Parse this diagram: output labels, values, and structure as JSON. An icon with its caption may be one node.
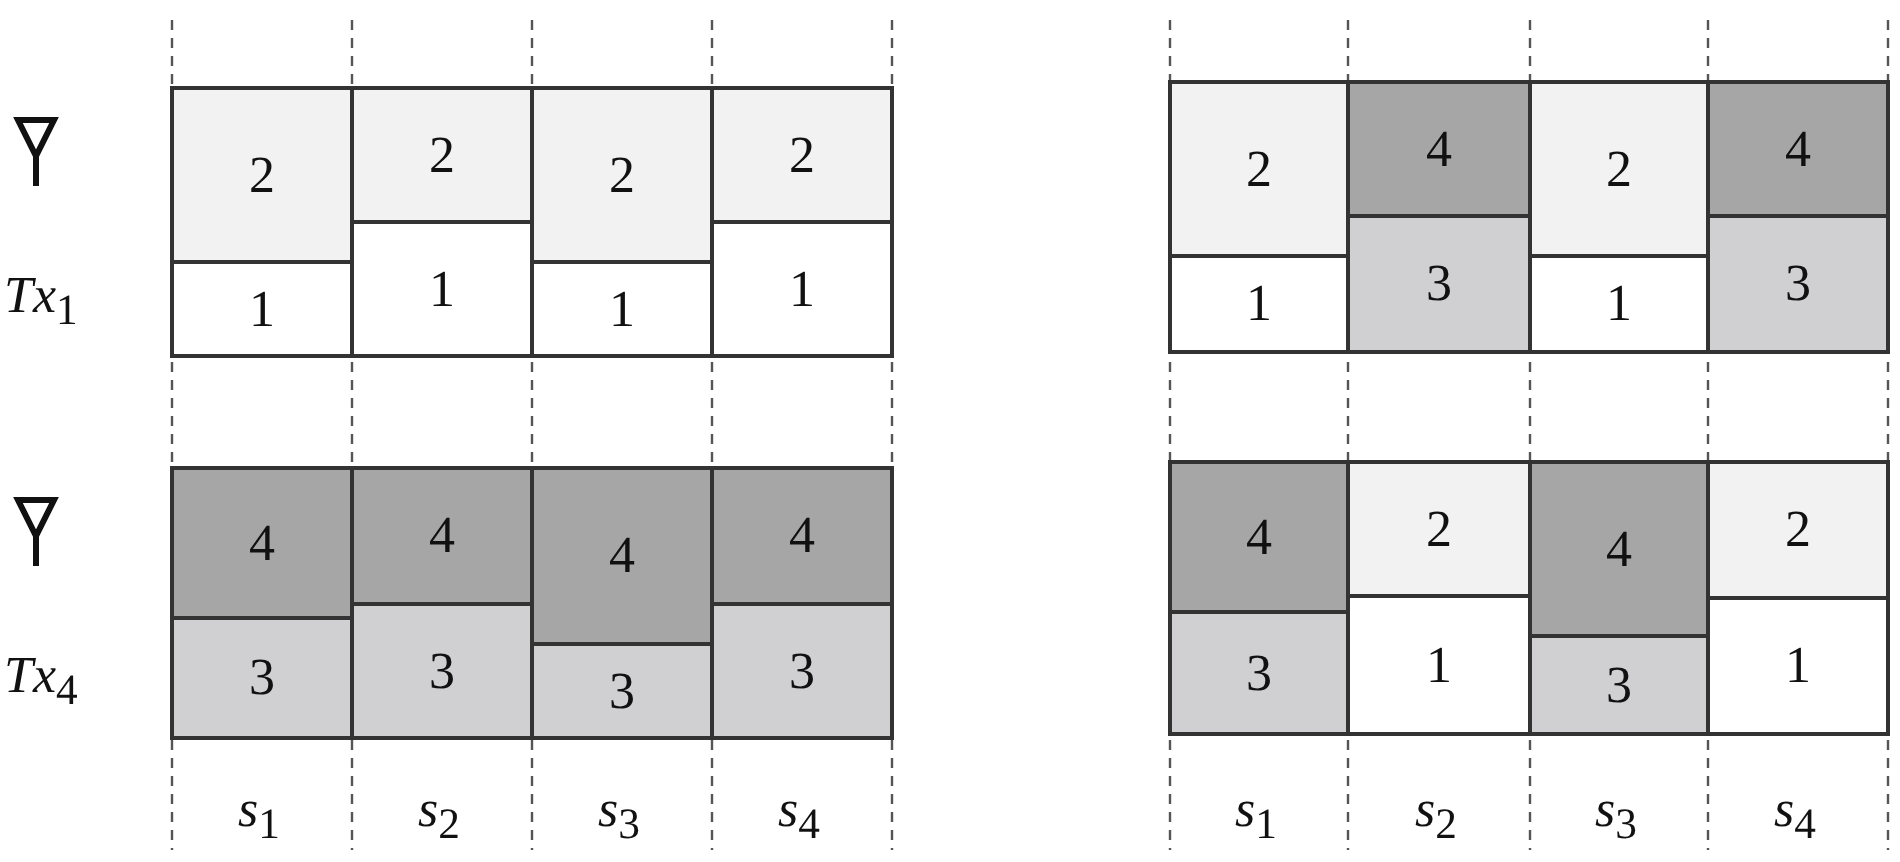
{
  "diagram": {
    "nodes": [
      {
        "text": [
          "2"
        ]
      },
      {
        "text": [
          "1"
        ]
      },
      {
        "text": [
          "2"
        ]
      },
      {
        "text": [
          "1"
        ]
      },
      {
        "text": [
          "2"
        ]
      },
      {
        "text": [
          "1"
        ]
      },
      {
        "text": [
          "2"
        ]
      },
      {
        "text": [
          "1"
        ]
      },
      {
        "text": [
          "2"
        ]
      },
      {
        "text": [
          "1"
        ]
      },
      {
        "text": [
          "4"
        ]
      },
      {
        "text": [
          "3"
        ]
      },
      {
        "text": [
          "2"
        ]
      },
      {
        "text": [
          "1"
        ]
      },
      {
        "text": [
          "4"
        ]
      },
      {
        "text": [
          "3"
        ]
      },
      {
        "text": [
          "4"
        ]
      },
      {
        "text": [
          "3"
        ]
      },
      {
        "text": [
          "4"
        ]
      },
      {
        "text": [
          "3"
        ]
      },
      {
        "text": [
          "4"
        ]
      },
      {
        "text": [
          "3"
        ]
      },
      {
        "text": [
          "4"
        ]
      },
      {
        "text": [
          "3"
        ]
      },
      {
        "text": [
          "4"
        ]
      },
      {
        "text": [
          "3"
        ]
      },
      {
        "text": [
          "2"
        ]
      },
      {
        "text": [
          "1"
        ]
      },
      {
        "text": [
          "4"
        ]
      },
      {
        "text": [
          "3"
        ]
      },
      {
        "text": [
          "2"
        ]
      },
      {
        "text": [
          "1"
        ]
      }
    ],
    "labels": [
      "*Tx*$_{1}$",
      "*Tx*$_{4}$",
      "*s*$_{1}$",
      "*s*$_{2}$",
      "*s*$_{3}$",
      "*s*$_{4}$",
      "*s*$_{1}$",
      "*s*$_{2}$",
      "*s*$_{3}$",
      "*s*$_{4}$"
    ]
  }
}
